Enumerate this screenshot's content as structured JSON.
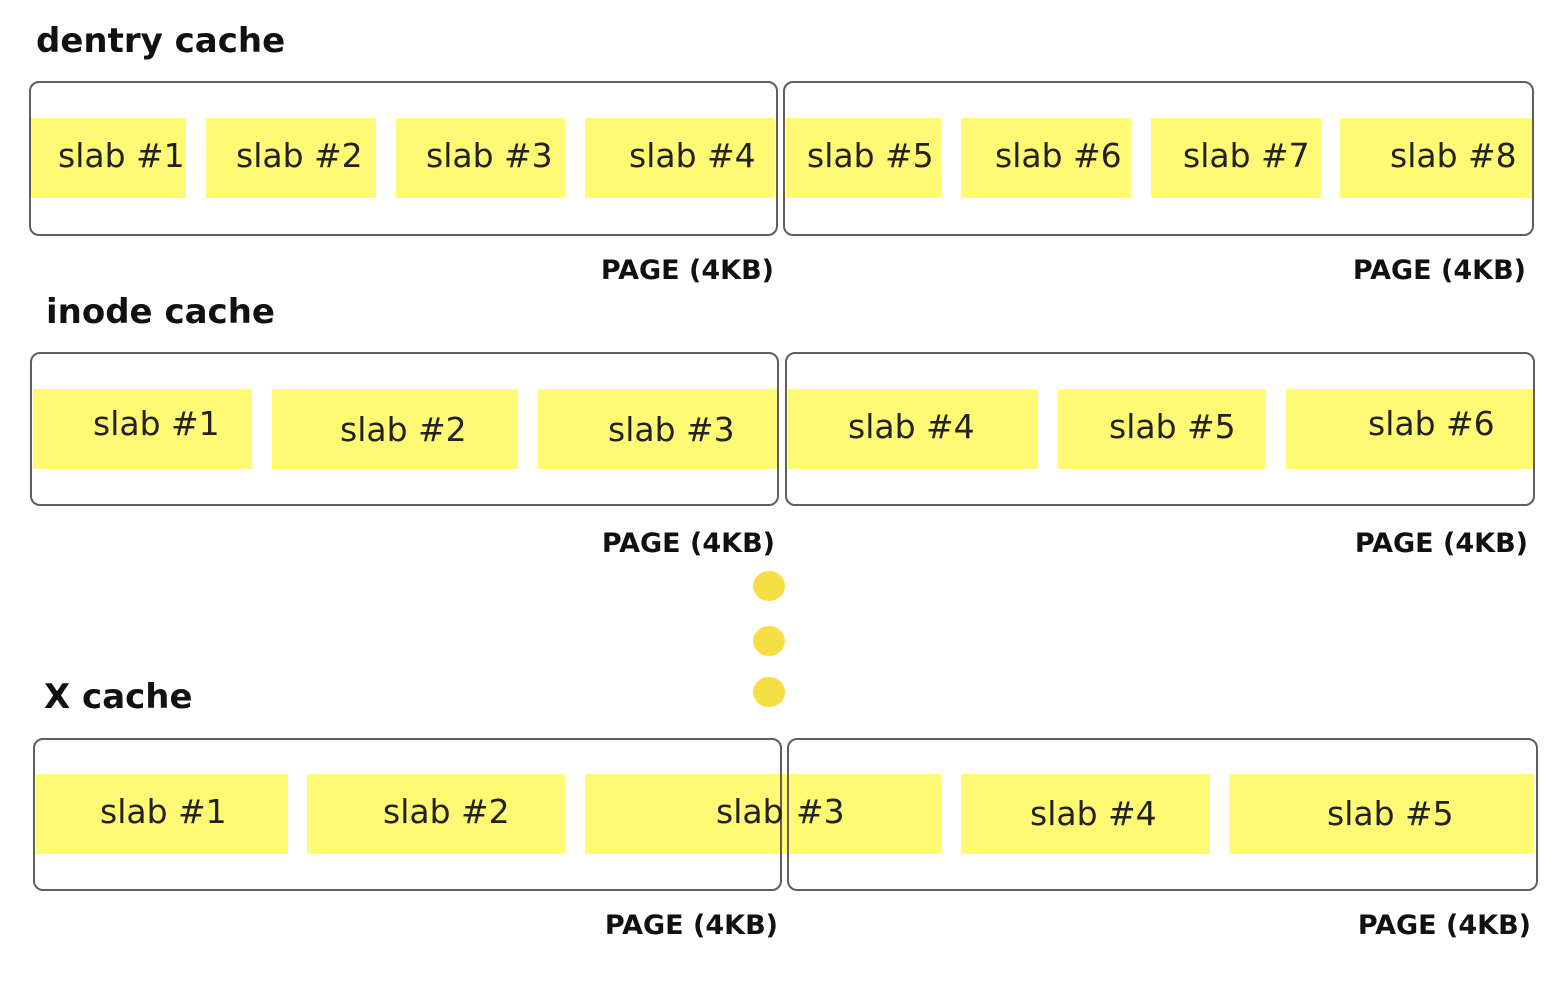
{
  "caches": [
    {
      "title": "dentry cache",
      "page_labels": [
        "PAGE (4KB)",
        "PAGE (4KB)"
      ],
      "slabs": [
        "slab #1",
        "slab #2",
        "slab #3",
        "slab #4",
        "slab #5",
        "slab #6",
        "slab #7",
        "slab #8"
      ]
    },
    {
      "title": "inode cache",
      "page_labels": [
        "PAGE (4KB)",
        "PAGE (4KB)"
      ],
      "slabs": [
        "slab #1",
        "slab #2",
        "slab #3",
        "slab #4",
        "slab #5",
        "slab #6"
      ]
    },
    {
      "title": "X cache",
      "page_labels": [
        "PAGE (4KB)",
        "PAGE (4KB)"
      ],
      "slabs": [
        "slab",
        "#3",
        "slab #1",
        "slab #2",
        "slab #4",
        "slab #5"
      ]
    }
  ],
  "colors": {
    "slab_fill": "#fff973",
    "ellipsis_dot": "#f6df45",
    "page_border": "#5f5f5f"
  }
}
